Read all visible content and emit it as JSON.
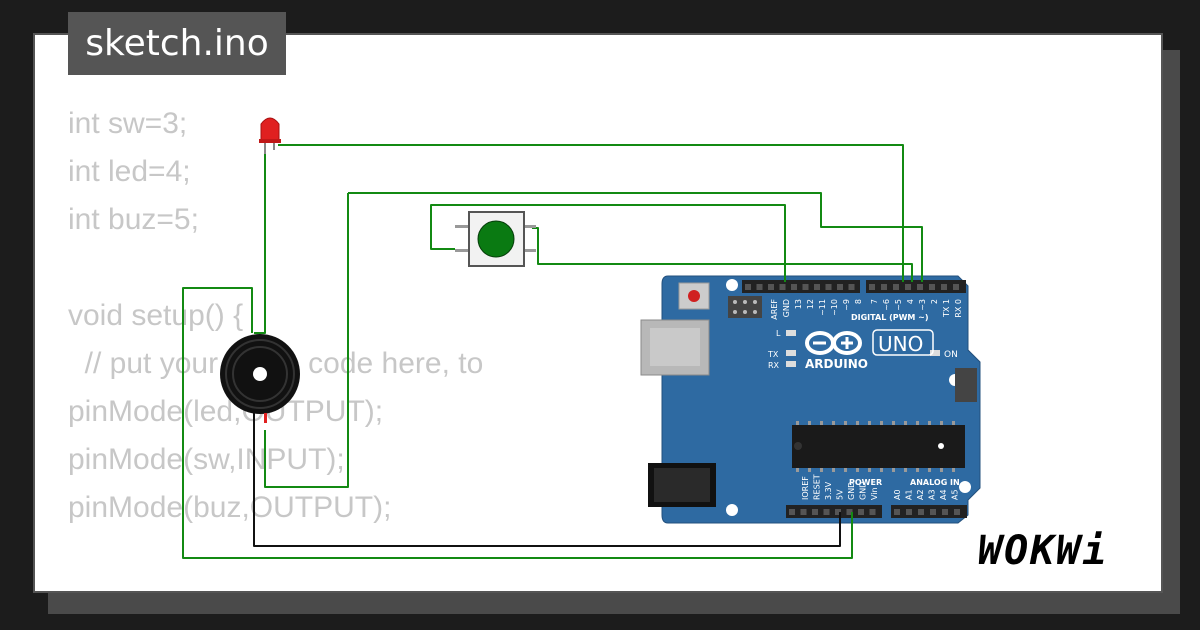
{
  "title": "sketch.ino",
  "code_lines": [
    "int sw=3;",
    "int led=4;",
    "int buz=5;",
    "",
    "void setup() {",
    "  // put your setup code here, to",
    "pinMode(led,OUTPUT);",
    "pinMode(sw,INPUT);",
    "pinMode(buz,OUTPUT);"
  ],
  "board": {
    "logo_text": "ARDUINO",
    "model": "UNO",
    "on_label": "ON",
    "digital_label": "DIGITAL (PWM ~)",
    "tx_label": "TX",
    "rx_label": "RX",
    "l_label": "L",
    "power_label": "POWER",
    "analog_label": "ANALOG IN",
    "top_pins": [
      "AREF",
      "GND",
      "13",
      "12",
      "~11",
      "~10",
      "~9",
      "8",
      "7",
      "~6",
      "~5",
      "4",
      "~3",
      "2",
      "TX 1",
      "RX 0"
    ],
    "power_pins": [
      "IOREF",
      "RESET",
      "3.3V",
      "5V",
      "GND",
      "GND",
      "Vin"
    ],
    "analog_pins": [
      "A0",
      "A1",
      "A2",
      "A3",
      "A4",
      "A5"
    ]
  },
  "brand": "WOKWi",
  "colors": {
    "wire_green": "#138a13",
    "wire_black": "#111111",
    "board_blue": "#2e6aa2",
    "led_red": "#e02020",
    "button_green": "#0a7a12"
  }
}
